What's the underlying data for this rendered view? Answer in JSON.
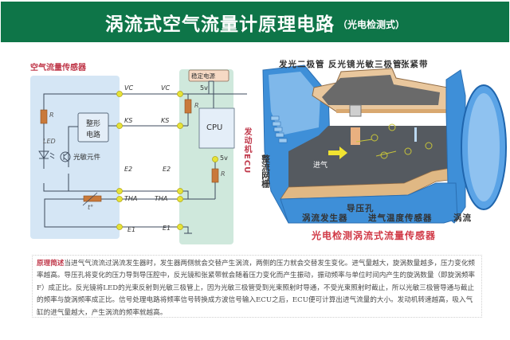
{
  "header": {
    "title": "涡流式空气流量计原理电路",
    "subtitle": "（光电检测式）",
    "bg_color": "#0e7548"
  },
  "circuit": {
    "sensor_box_title": "空气流量传感器",
    "ecu_label": "发动机ECU",
    "shaping_circuit": "整形\n电路",
    "shaping_line1": "整形",
    "shaping_line2": "电路",
    "photo_element": "光敏元件",
    "led": "LED",
    "resistor_r": "R",
    "thermistor": "t°",
    "regulator": "稳定电源",
    "cpu": "CPU",
    "five_v_top": "5v",
    "five_v_bottom": "5v",
    "sensor_terminals": [
      "VC",
      "KS",
      "E2",
      "THA",
      "E1"
    ],
    "ecu_terminals": [
      "VC",
      "KS",
      "E2",
      "THA",
      "E1"
    ],
    "colors": {
      "sensor_bg": "#d5e6f5",
      "ecu_bg": "#cfe8dc",
      "wire": "#3d4a5c",
      "terminal": "#e6e337",
      "resistor": "#c9793a",
      "regulator_bg": "#f6d9c4"
    }
  },
  "illustration": {
    "top_labels": [
      "发光二极管",
      "反光镜",
      "光敏三极管",
      "张紧带"
    ],
    "side_label": "整流网栅",
    "intake_label": "进气",
    "bottom_labels": [
      "导压孔",
      "涡流发生器",
      "进气温度传感器",
      "涡流"
    ],
    "caption": "光电检测涡流式流量传感器"
  },
  "description": {
    "heading": "原理简述",
    "text": "当进气气流流过涡流发生器时，发生器两侧就会交替产生涡流，两侧的压力就会交替发生变化。进气量越大，旋涡数量越多，压力变化频率越高。导压孔将变化的压力导到导压腔中，反光镜和张紧带就会随着压力变化而产生振动，振动频率与单位时间内产生的旋涡数量（即旋涡频率F）成正比。反光镜将LED的光束反射到光敏三极管上，因为光敏三极管受到光束照射时导通，不受光束照射时截止，所以光敏三极管导通与截止的频率与旋涡频率成正比。信号处理电路将频率信号转换成方波信号输入ECU之后，ECU便可计算出进气流量的大小。发动机转速越高，吸入气缸的进气量越大，产生涡流的频率就越高。"
  }
}
